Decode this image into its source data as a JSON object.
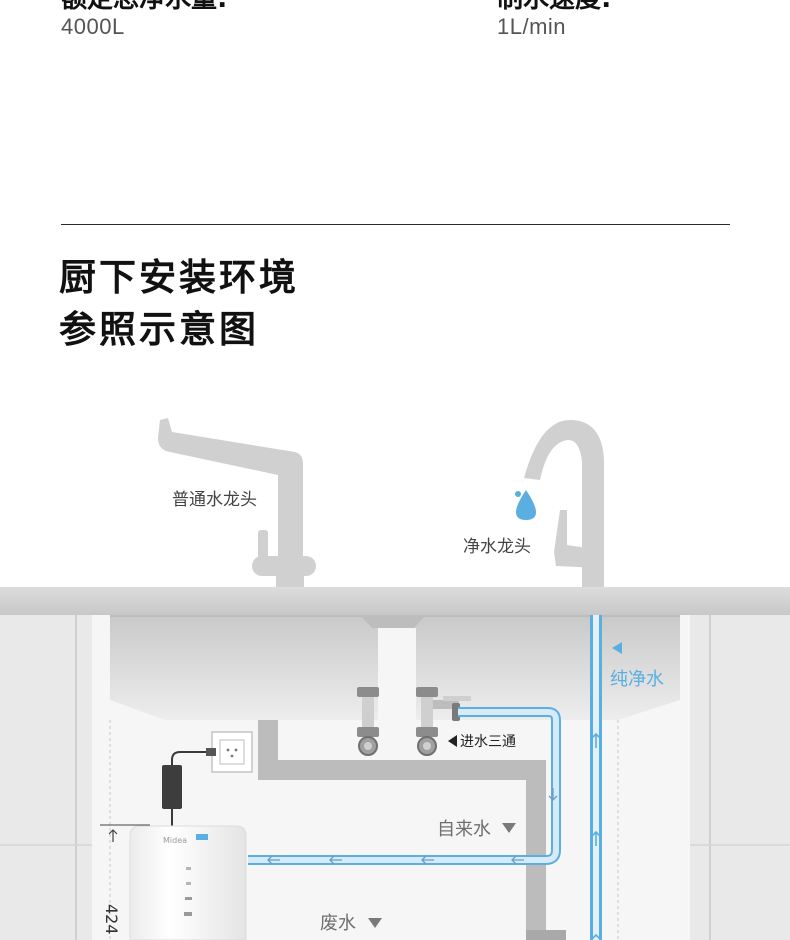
{
  "specs": [
    {
      "label": "额定总净水量:",
      "value": "4000L"
    },
    {
      "label": "制水速度:",
      "value": "1L/min"
    }
  ],
  "section": {
    "title_line1": "厨下安装环境",
    "title_line2": "参照示意图"
  },
  "diagram": {
    "labels": {
      "regular_faucet": "普通水龙头",
      "purified_faucet": "净水龙头",
      "pure_water": "纯净水",
      "inlet_tee": "进水三通",
      "tap_water": "自来水",
      "waste_water": "废水",
      "dimension": "424",
      "brand": "Midea"
    },
    "colors": {
      "pure_water_line": "#5aaee0",
      "pipe_fill": "#d6eaf7",
      "drain_gray": "#b5b5b5",
      "counter": "#d2d2d2",
      "cabinet": "#e6e6e6"
    }
  }
}
